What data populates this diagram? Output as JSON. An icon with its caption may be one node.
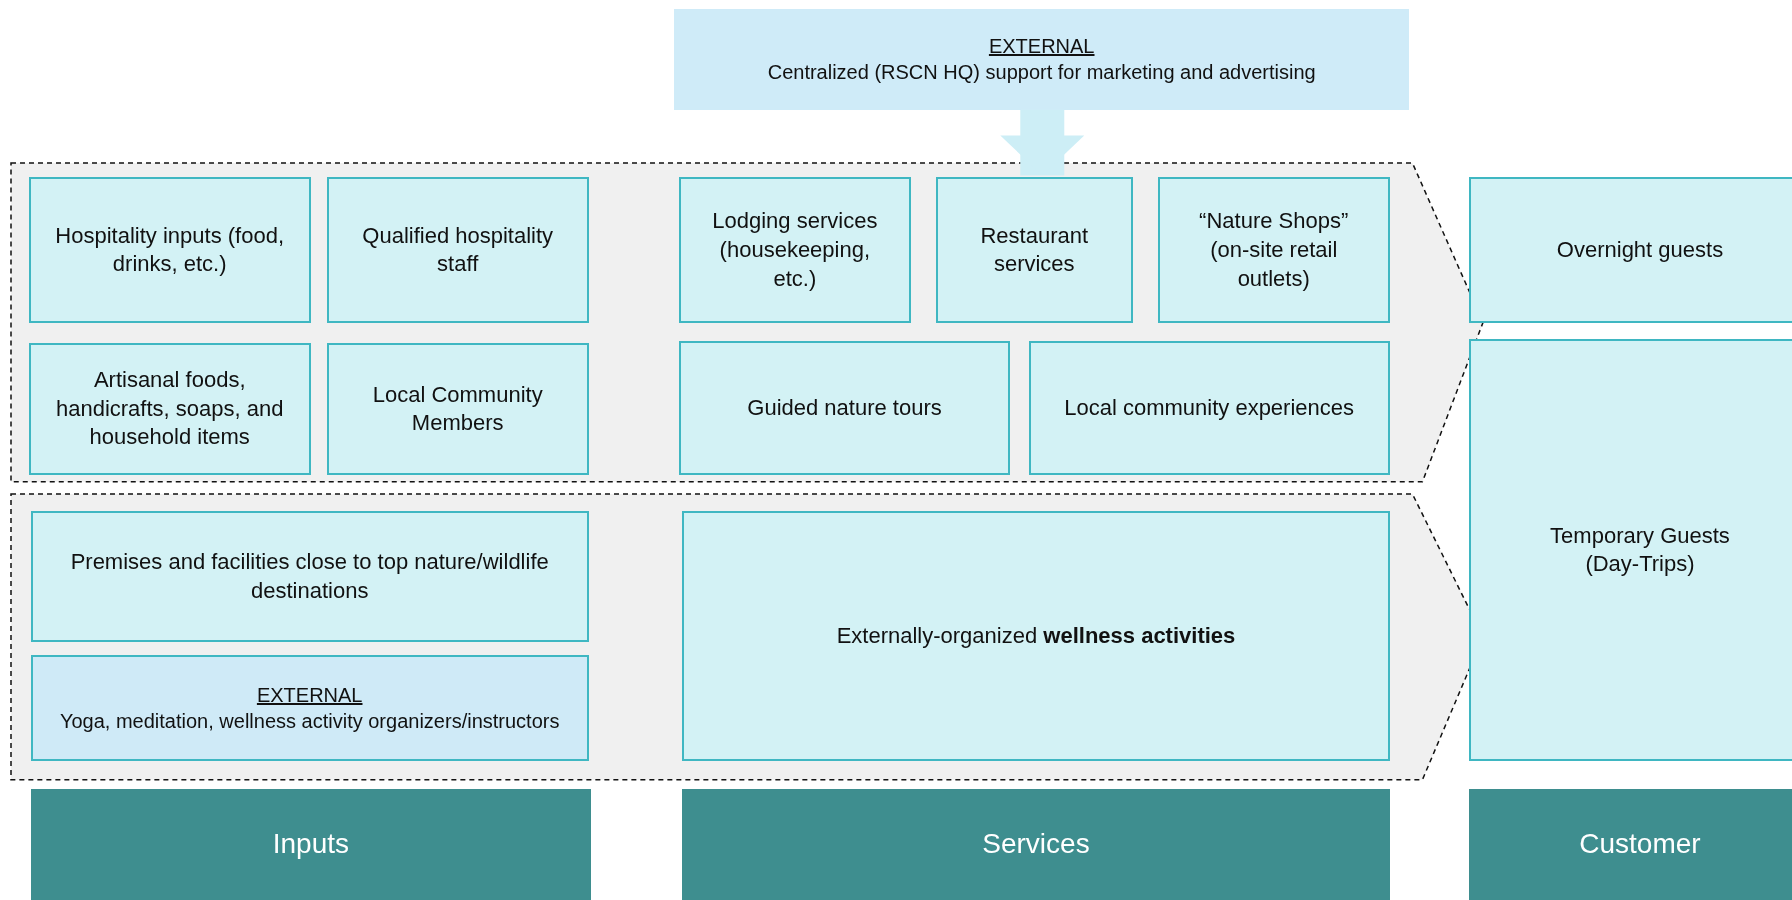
{
  "diagram": {
    "nodes": [
      {
        "text": [
          "EXTERNAL",
          "Centralized (RSCN HQ) support for marketing and advertising"
        ]
      },
      {
        "text": [],
        "shape": "chevron"
      },
      {
        "text": [
          "Hospitality inputs (food, drinks, etc.)"
        ],
        "in": 1
      },
      {
        "text": [
          "Qualified hospitality staff"
        ],
        "in": 1
      },
      {
        "text": [
          "Lodging services (housekeeping, etc.)"
        ],
        "in": 1
      },
      {
        "text": [
          "Restaurant services"
        ],
        "in": 1
      },
      {
        "text": [
          "“Nature Shops” (on-site retail outlets)"
        ],
        "in": 1
      },
      {
        "text": [
          "Artisanal foods, handicrafts, soaps, and household items"
        ],
        "in": 1
      },
      {
        "text": [
          "Local Community Members"
        ],
        "in": 1
      },
      {
        "text": [
          "Guided nature tours"
        ],
        "in": 1
      },
      {
        "text": [
          "Local community experiences"
        ],
        "in": 1
      },
      {
        "text": [],
        "shape": "chevron"
      },
      {
        "text": [
          "Premises and facilities close to top nature/wildlife destinations"
        ],
        "in": 11
      },
      {
        "text": [
          "EXTERNAL",
          "Yoga, meditation, wellness activity organizers/instructors"
        ],
        "in": 11
      },
      {
        "text": [
          "Externally-organized **wellness activities**"
        ],
        "in": 11
      },
      {
        "text": [
          "Overnight guests"
        ]
      },
      {
        "text": [
          "Temporary Guests (Day-Trips)"
        ]
      },
      {
        "text": [
          "Inputs"
        ]
      },
      {
        "text": [
          "Services"
        ]
      },
      {
        "text": [
          "Customer"
        ]
      }
    ],
    "edges": [
      {
        "from": 0,
        "to": 1,
        "arrow": "to"
      }
    ]
  }
}
